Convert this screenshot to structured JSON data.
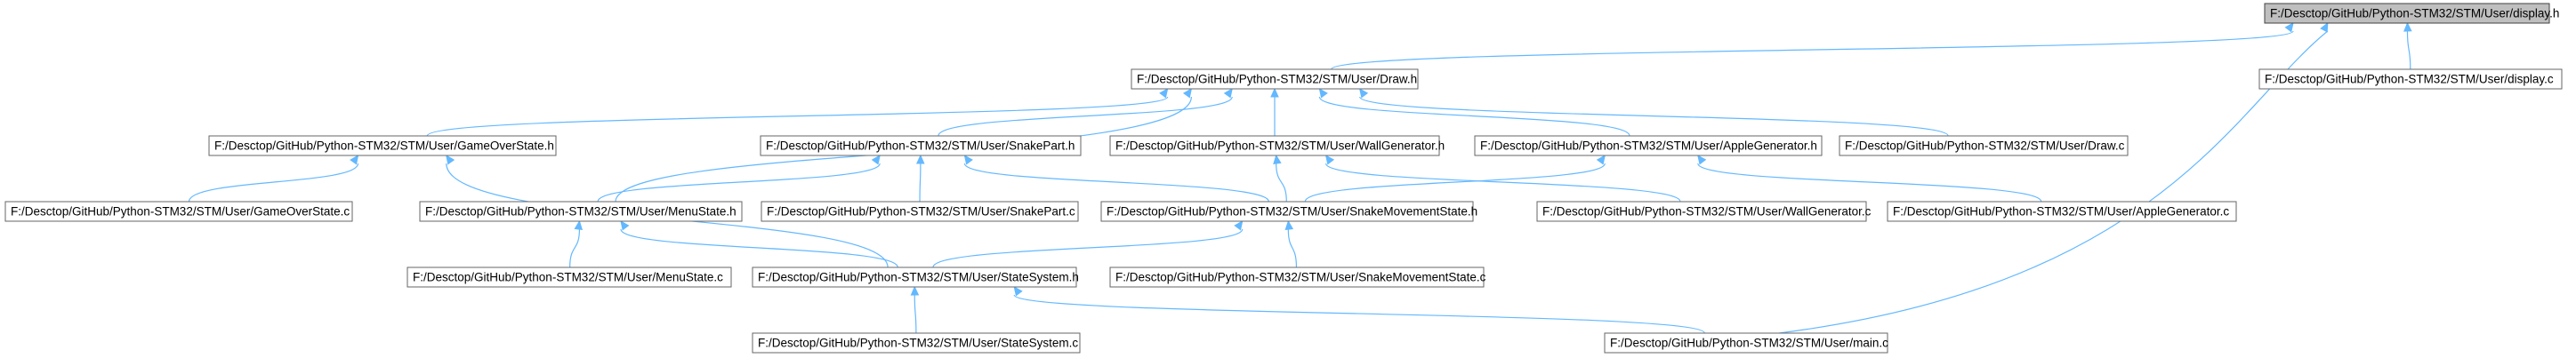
{
  "graph": {
    "title": "",
    "colors": {
      "edge": "#63b8ff",
      "node_border": "#666666",
      "root_fill": "#bfbfbf",
      "root_border": "#404040"
    },
    "nodes": [
      {
        "id": "display_h",
        "label": "F:/Desctop/GitHub/Python-STM32/STM/User/display.h",
        "root": true
      },
      {
        "id": "draw_h",
        "label": "F:/Desctop/GitHub/Python-STM32/STM/User/Draw.h"
      },
      {
        "id": "display_c",
        "label": "F:/Desctop/GitHub/Python-STM32/STM/User/display.c"
      },
      {
        "id": "gameover_h",
        "label": "F:/Desctop/GitHub/Python-STM32/STM/User/GameOverState.h"
      },
      {
        "id": "snakepart_h",
        "label": "F:/Desctop/GitHub/Python-STM32/STM/User/SnakePart.h"
      },
      {
        "id": "wallgen_h",
        "label": "F:/Desctop/GitHub/Python-STM32/STM/User/WallGenerator.h"
      },
      {
        "id": "applegen_h",
        "label": "F:/Desctop/GitHub/Python-STM32/STM/User/AppleGenerator.h"
      },
      {
        "id": "draw_c",
        "label": "F:/Desctop/GitHub/Python-STM32/STM/User/Draw.c"
      },
      {
        "id": "gameover_c",
        "label": "F:/Desctop/GitHub/Python-STM32/STM/User/GameOverState.c"
      },
      {
        "id": "menustate_h",
        "label": "F:/Desctop/GitHub/Python-STM32/STM/User/MenuState.h"
      },
      {
        "id": "snakepart_c",
        "label": "F:/Desctop/GitHub/Python-STM32/STM/User/SnakePart.c"
      },
      {
        "id": "snakemove_h",
        "label": "F:/Desctop/GitHub/Python-STM32/STM/User/SnakeMovementState.h"
      },
      {
        "id": "wallgen_c",
        "label": "F:/Desctop/GitHub/Python-STM32/STM/User/WallGenerator.c"
      },
      {
        "id": "applegen_c",
        "label": "F:/Desctop/GitHub/Python-STM32/STM/User/AppleGenerator.c"
      },
      {
        "id": "menustate_c",
        "label": "F:/Desctop/GitHub/Python-STM32/STM/User/MenuState.c"
      },
      {
        "id": "statesys_h",
        "label": "F:/Desctop/GitHub/Python-STM32/STM/User/StateSystem.h"
      },
      {
        "id": "snakemove_c",
        "label": "F:/Desctop/GitHub/Python-STM32/STM/User/SnakeMovementState.c"
      },
      {
        "id": "statesys_c",
        "label": "F:/Desctop/GitHub/Python-STM32/STM/User/StateSystem.c"
      },
      {
        "id": "main_c",
        "label": "F:/Desctop/GitHub/Python-STM32/STM/User/main.c"
      }
    ],
    "edges": [
      {
        "from": "display_h",
        "to": "draw_h"
      },
      {
        "from": "display_h",
        "to": "display_c"
      },
      {
        "from": "display_h",
        "to": "main_c"
      },
      {
        "from": "draw_h",
        "to": "gameover_h"
      },
      {
        "from": "draw_h",
        "to": "snakepart_h"
      },
      {
        "from": "draw_h",
        "to": "wallgen_h"
      },
      {
        "from": "draw_h",
        "to": "applegen_h"
      },
      {
        "from": "draw_h",
        "to": "draw_c"
      },
      {
        "from": "draw_h",
        "to": "menustate_h"
      },
      {
        "from": "gameover_h",
        "to": "gameover_c"
      },
      {
        "from": "gameover_h",
        "to": "statesys_h"
      },
      {
        "from": "snakepart_h",
        "to": "menustate_h"
      },
      {
        "from": "snakepart_h",
        "to": "snakepart_c"
      },
      {
        "from": "snakepart_h",
        "to": "snakemove_h"
      },
      {
        "from": "wallgen_h",
        "to": "snakemove_h"
      },
      {
        "from": "wallgen_h",
        "to": "wallgen_c"
      },
      {
        "from": "applegen_h",
        "to": "snakemove_h"
      },
      {
        "from": "applegen_h",
        "to": "applegen_c"
      },
      {
        "from": "menustate_h",
        "to": "menustate_c"
      },
      {
        "from": "menustate_h",
        "to": "statesys_h"
      },
      {
        "from": "snakemove_h",
        "to": "statesys_h"
      },
      {
        "from": "snakemove_h",
        "to": "snakemove_c"
      },
      {
        "from": "statesys_h",
        "to": "statesys_c"
      },
      {
        "from": "statesys_h",
        "to": "main_c"
      }
    ]
  }
}
